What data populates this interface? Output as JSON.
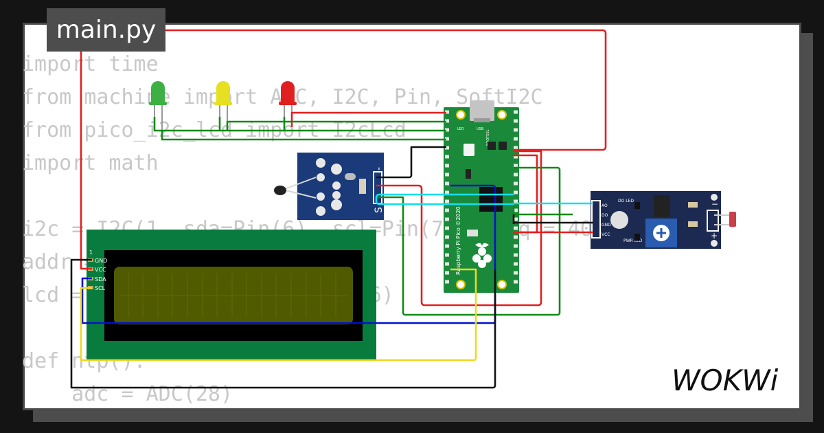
{
  "file_tab": {
    "label": "main.py"
  },
  "code_lines": [
    "import time",
    "from machine import ADC, I2C, Pin, SoftI2C",
    "from pico_i2c_lcd import I2cLcd",
    "import math",
    "",
    "i2c = I2C(1, sda=Pin(6), scl=Pin(7), freq = 40000)",
    "addr = 0x27",
    "lcd = I2cLcd(i2c, addr, 2, 16)",
    "",
    "def ntp():",
    "    adc = ADC(28)"
  ],
  "brand": {
    "logo_text": "WOKWi"
  },
  "lcd": {
    "pins": [
      "1",
      "GND",
      "VCC",
      "SDA",
      "SCL"
    ],
    "body_color": "#087c3c",
    "screen_color": "#505a00"
  },
  "leds": [
    {
      "color": "#3cb043"
    },
    {
      "color": "#e6e020"
    },
    {
      "color": "#e02020"
    }
  ],
  "pico": {
    "usb_label": "USB",
    "led_label": "LED",
    "bootsel_label": "BOOTSEL",
    "vertical_label": "Raspberry Pi Pico ©2020"
  },
  "ntc_module": {
    "pin_label": "S"
  },
  "ldr_module": {
    "pins": [
      "AO",
      "DO",
      "GND",
      "VCC"
    ],
    "pwr_label": "PWR LED",
    "do_label": "DO LED",
    "plus_label": "+",
    "minus_label": "−"
  },
  "wire_colors": {
    "red": "#e41e1e",
    "green": "#118a16",
    "blue": "#0010d0",
    "yellow": "#f0d820",
    "black": "#111111",
    "cyan": "#10e0ee"
  }
}
